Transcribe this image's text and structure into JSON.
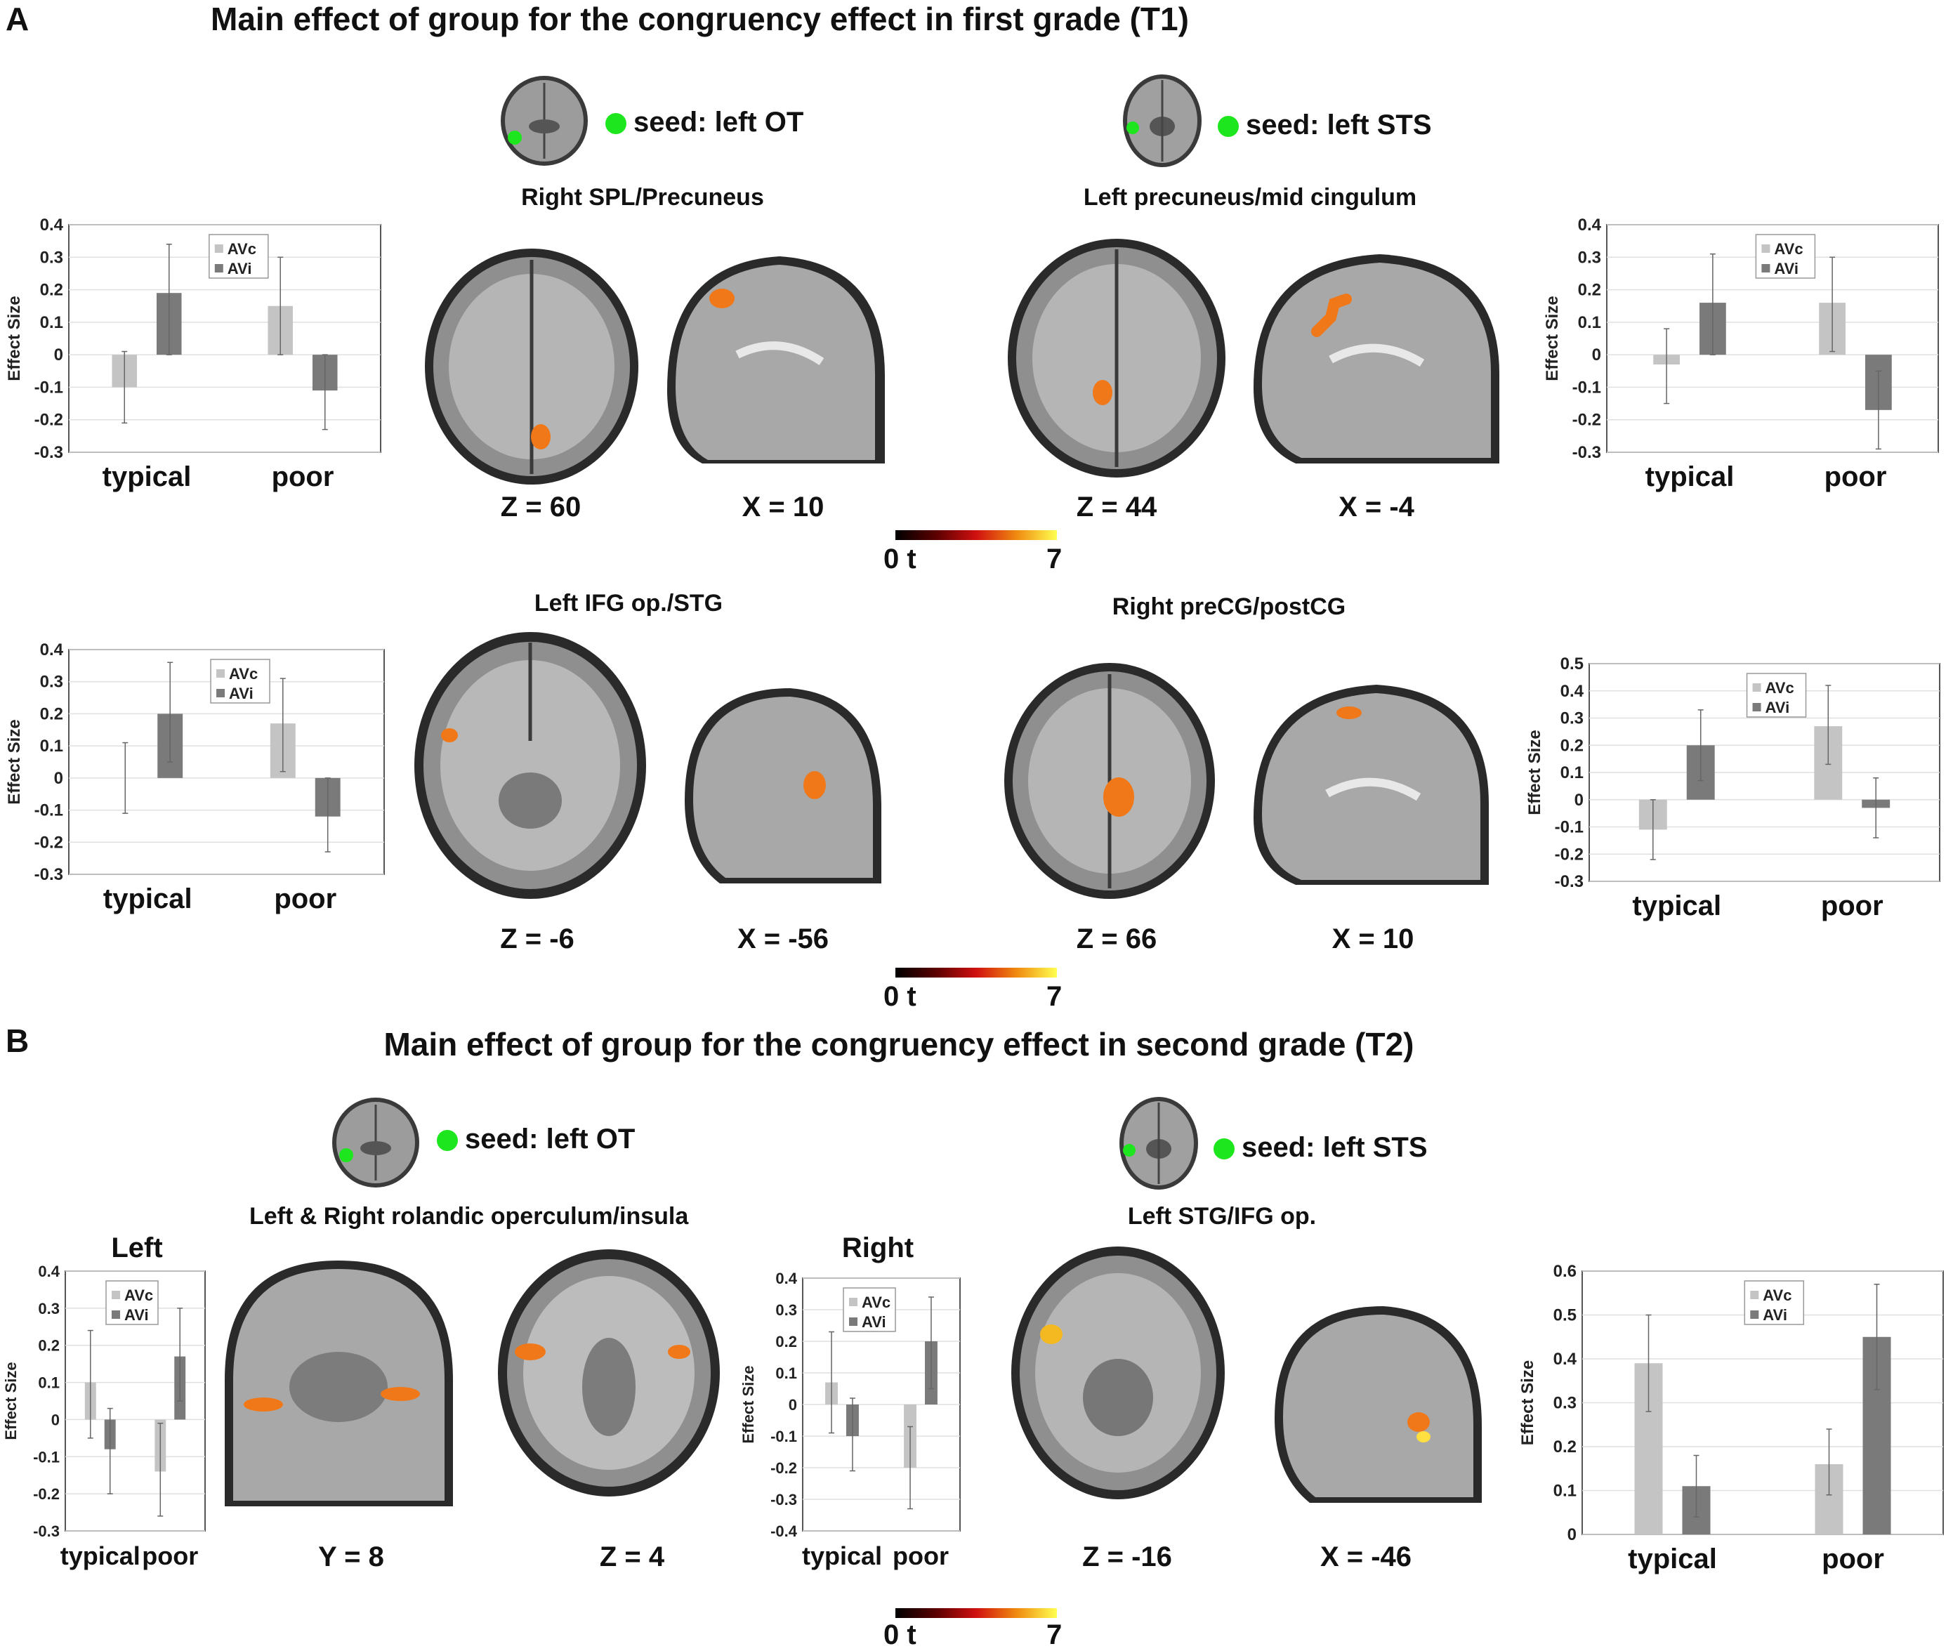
{
  "panel_a": {
    "letter": "A",
    "title": "Main effect of group for the congruency effect in first grade (T1)",
    "seed_left": "seed: left OT",
    "seed_right": "seed: left STS",
    "row1": {
      "region_left": "Right SPL/Precuneus",
      "region_right": "Left precuneus/mid cingulum",
      "coords": [
        "Z = 60",
        "X = 10",
        "Z = 44",
        "X = -4"
      ]
    },
    "row2": {
      "region_left": "Left IFG op./STG",
      "region_right": "Right preCG/postCG",
      "coords": [
        "Z = -6",
        "X = -56",
        "Z = 66",
        "X = 10"
      ]
    },
    "colorbar": {
      "min_label": "0 t",
      "max_label": "7"
    }
  },
  "panel_b": {
    "letter": "B",
    "title": "Main effect of group for the congruency effect in second grade (T2)",
    "seed_left": "seed: left OT",
    "seed_right": "seed: left STS",
    "region_left": "Left & Right rolandic operculum/insula",
    "region_right": "Left STG/IFG op.",
    "label_left": "Left",
    "label_right": "Right",
    "coords": [
      "Y = 8",
      "Z = 4",
      "Z = -16",
      "X = -46"
    ],
    "colorbar": {
      "min_label": "0 t",
      "max_label": "7"
    }
  },
  "colors": {
    "avc": "#c4c4c4",
    "avi": "#7a7a7a",
    "seed": "#1ee61e",
    "activation": "#f07818"
  },
  "chart_data": [
    {
      "id": "a1-left",
      "type": "bar",
      "ylabel": "Effect Size",
      "categories": [
        "typical",
        "poor"
      ],
      "ylim": [
        -0.3,
        0.4
      ],
      "yticks": [
        "0.4",
        "0.3",
        "0.2",
        "0.1",
        "0",
        "-0.1",
        "-0.2",
        "-0.3"
      ],
      "series": [
        {
          "name": "AVc",
          "values": [
            -0.1,
            0.15
          ],
          "err_low": [
            -0.21,
            0.0
          ],
          "err_high": [
            0.01,
            0.3
          ]
        },
        {
          "name": "AVi",
          "values": [
            0.19,
            -0.11
          ],
          "err_low": [
            0.0,
            -0.23
          ],
          "err_high": [
            0.34,
            0.0
          ]
        }
      ]
    },
    {
      "id": "a1-right",
      "type": "bar",
      "ylabel": "Effect Size",
      "categories": [
        "typical",
        "poor"
      ],
      "ylim": [
        -0.3,
        0.4
      ],
      "yticks": [
        "0.4",
        "0.3",
        "0.2",
        "0.1",
        "0",
        "-0.1",
        "-0.2",
        "-0.3"
      ],
      "series": [
        {
          "name": "AVc",
          "values": [
            -0.03,
            0.16
          ],
          "err_low": [
            -0.15,
            0.01
          ],
          "err_high": [
            0.08,
            0.3
          ]
        },
        {
          "name": "AVi",
          "values": [
            0.16,
            -0.17
          ],
          "err_low": [
            0.0,
            -0.29
          ],
          "err_high": [
            0.31,
            -0.05
          ]
        }
      ]
    },
    {
      "id": "a2-left",
      "type": "bar",
      "ylabel": "Effect Size",
      "categories": [
        "typical",
        "poor"
      ],
      "ylim": [
        -0.3,
        0.4
      ],
      "yticks": [
        "0.4",
        "0.3",
        "0.2",
        "0.1",
        "0",
        "-0.1",
        "-0.2",
        "-0.3"
      ],
      "series": [
        {
          "name": "AVc",
          "values": [
            0.0,
            0.17
          ],
          "err_low": [
            -0.11,
            0.02
          ],
          "err_high": [
            0.11,
            0.31
          ]
        },
        {
          "name": "AVi",
          "values": [
            0.2,
            -0.12
          ],
          "err_low": [
            0.05,
            -0.23
          ],
          "err_high": [
            0.36,
            0.0
          ]
        }
      ]
    },
    {
      "id": "a2-right",
      "type": "bar",
      "ylabel": "Effect Size",
      "categories": [
        "typical",
        "poor"
      ],
      "ylim": [
        -0.3,
        0.5
      ],
      "yticks": [
        "0.5",
        "0.4",
        "0.3",
        "0.2",
        "0.1",
        "0",
        "-0.1",
        "-0.2",
        "-0.3"
      ],
      "series": [
        {
          "name": "AVc",
          "values": [
            -0.11,
            0.27
          ],
          "err_low": [
            -0.22,
            0.13
          ],
          "err_high": [
            0.0,
            0.42
          ]
        },
        {
          "name": "AVi",
          "values": [
            0.2,
            -0.03
          ],
          "err_low": [
            0.07,
            -0.14
          ],
          "err_high": [
            0.33,
            0.08
          ]
        }
      ]
    },
    {
      "id": "b-left",
      "type": "bar",
      "ylabel": "Effect Size",
      "categories": [
        "typical",
        "poor"
      ],
      "ylim": [
        -0.3,
        0.4
      ],
      "yticks": [
        "0.4",
        "0.3",
        "0.2",
        "0.1",
        "0",
        "-0.1",
        "-0.2",
        "-0.3"
      ],
      "series": [
        {
          "name": "AVc",
          "values": [
            0.1,
            -0.14
          ],
          "err_low": [
            -0.05,
            -0.26
          ],
          "err_high": [
            0.24,
            -0.01
          ]
        },
        {
          "name": "AVi",
          "values": [
            -0.08,
            0.17
          ],
          "err_low": [
            -0.2,
            0.05
          ],
          "err_high": [
            0.03,
            0.3
          ]
        }
      ]
    },
    {
      "id": "b-mid",
      "type": "bar",
      "ylabel": "Effect Size",
      "categories": [
        "typical",
        "poor"
      ],
      "ylim": [
        -0.4,
        0.4
      ],
      "yticks": [
        "0.4",
        "0.3",
        "0.2",
        "0.1",
        "0",
        "-0.1",
        "-0.2",
        "-0.3",
        "-0.4"
      ],
      "series": [
        {
          "name": "AVc",
          "values": [
            0.07,
            -0.2
          ],
          "err_low": [
            -0.09,
            -0.33
          ],
          "err_high": [
            0.23,
            -0.07
          ]
        },
        {
          "name": "AVi",
          "values": [
            -0.1,
            0.2
          ],
          "err_low": [
            -0.21,
            0.05
          ],
          "err_high": [
            0.02,
            0.34
          ]
        }
      ]
    },
    {
      "id": "b-right",
      "type": "bar",
      "ylabel": "Effect Size",
      "categories": [
        "typical",
        "poor"
      ],
      "ylim": [
        0,
        0.6
      ],
      "yticks": [
        "0.6",
        "0.5",
        "0.4",
        "0.3",
        "0.2",
        "0.1",
        "0"
      ],
      "series": [
        {
          "name": "AVc",
          "values": [
            0.39,
            0.16
          ],
          "err_low": [
            0.28,
            0.09
          ],
          "err_high": [
            0.5,
            0.24
          ]
        },
        {
          "name": "AVi",
          "values": [
            0.11,
            0.45
          ],
          "err_low": [
            0.04,
            0.33
          ],
          "err_high": [
            0.18,
            0.57
          ]
        }
      ]
    }
  ]
}
